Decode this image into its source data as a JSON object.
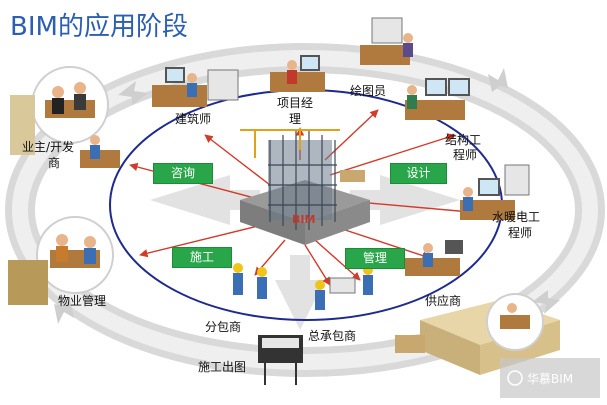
{
  "title": "BIM的应用阶段",
  "center_label": "BIM",
  "phases": {
    "consult": "咨询",
    "design": "设计",
    "construct": "施工",
    "manage": "管理"
  },
  "roles": {
    "architect": "建筑师",
    "pm_line1": "项目经",
    "pm_line2": "理",
    "drafter": "绘图员",
    "structural_line1": "结构工",
    "structural_line2": "程师",
    "mep_line1": "水暖电工",
    "mep_line2": "程师",
    "owner_line1": "业主/开发",
    "owner_line2": "商",
    "property": "物业管理",
    "supplier": "供应商",
    "subcontractor": "分包商",
    "general_contractor": "总承包商",
    "shop_drawing": "施工出图"
  },
  "watermark": "华慕BIM",
  "colors": {
    "title": "#2b5fb3",
    "ellipse": "#1f2a8f",
    "arrows": "#d23a2a",
    "phase_box": "#2aa64a"
  }
}
